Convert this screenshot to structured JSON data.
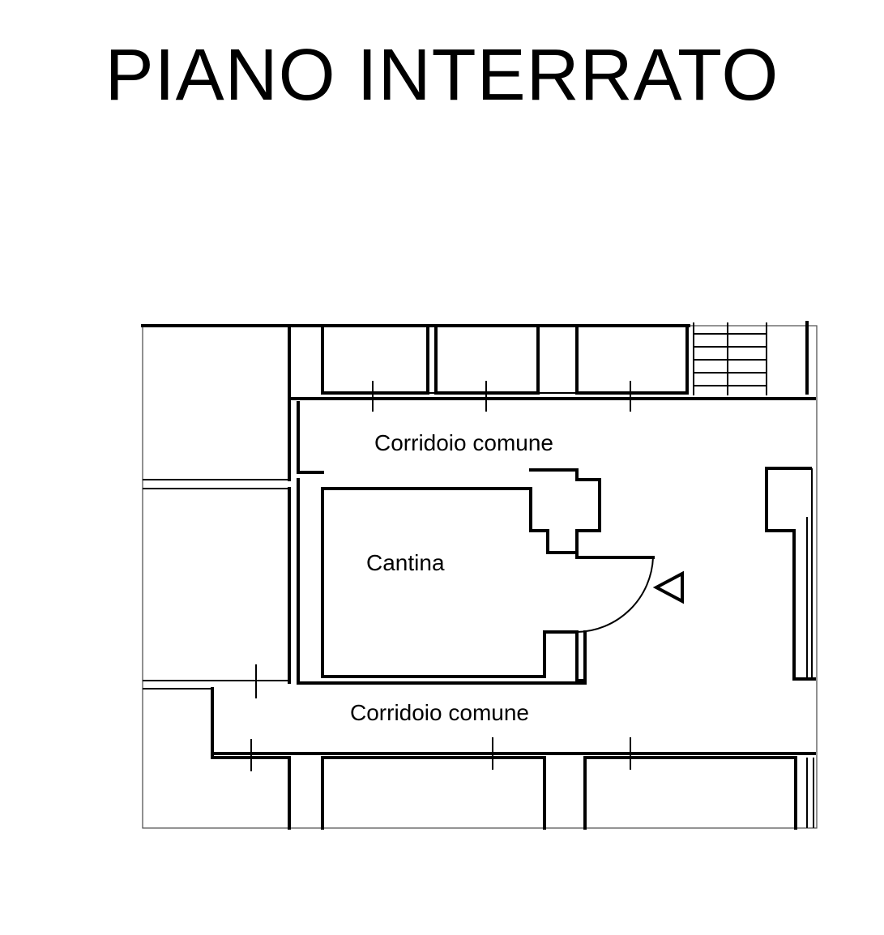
{
  "title": "PIANO INTERRATO",
  "labels": {
    "corridor_top": "Corridoio comune",
    "cellar": "Cantina",
    "corridor_bottom": "Corridoio comune"
  }
}
